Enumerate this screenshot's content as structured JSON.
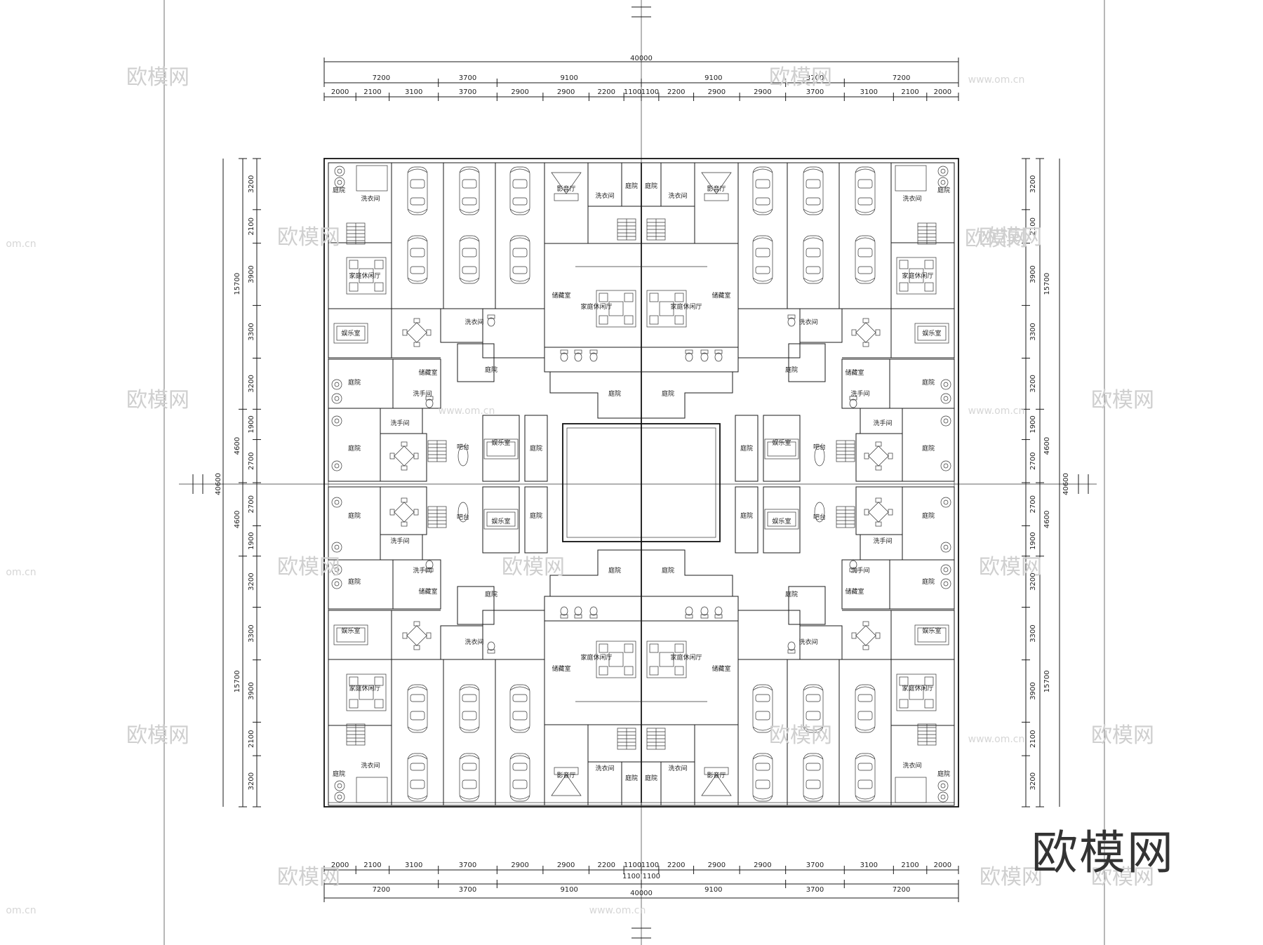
{
  "dimensions": {
    "top_total": "40000",
    "top_major": [
      "7200",
      "3700",
      "9100",
      "9100",
      "3700",
      "7200"
    ],
    "top_minor": [
      "2000",
      "2100",
      "3100",
      "3700",
      "2900",
      "2900",
      "2200",
      "1100",
      "1100",
      "2200",
      "2900",
      "2900",
      "3700",
      "3100",
      "2100",
      "2000"
    ],
    "bottom_minor": [
      "2000",
      "2100",
      "3100",
      "3700",
      "2900",
      "2900",
      "2200",
      "2200",
      "2900",
      "2900",
      "3700",
      "3100",
      "2100",
      "2000"
    ],
    "bottom_center": "1100 1100",
    "bottom_major": [
      "7200",
      "3700",
      "9100",
      "9100",
      "3700",
      "7200"
    ],
    "bottom_total": "40000",
    "side_total": "40600",
    "side_major": [
      "15700",
      "4600",
      "4600",
      "15700"
    ],
    "side_minor": [
      "3200",
      "2100",
      "3900",
      "3300",
      "3200",
      "1900",
      "2700",
      "2700",
      "1900",
      "3200",
      "3300",
      "3900",
      "2100",
      "3200"
    ]
  },
  "rooms": {
    "courtyard": "庭院",
    "laundry": "洗衣间",
    "family_room": "家庭休闲厅",
    "entertainment": "娱乐室",
    "storage": "储藏室",
    "washroom": "洗手间",
    "bar": "吧台",
    "cinema": "影音厅"
  },
  "watermark": {
    "brand": "欧模网",
    "url": "www.om.cn",
    "edge_fragment": "om.cn"
  },
  "logo_text": "欧模网"
}
